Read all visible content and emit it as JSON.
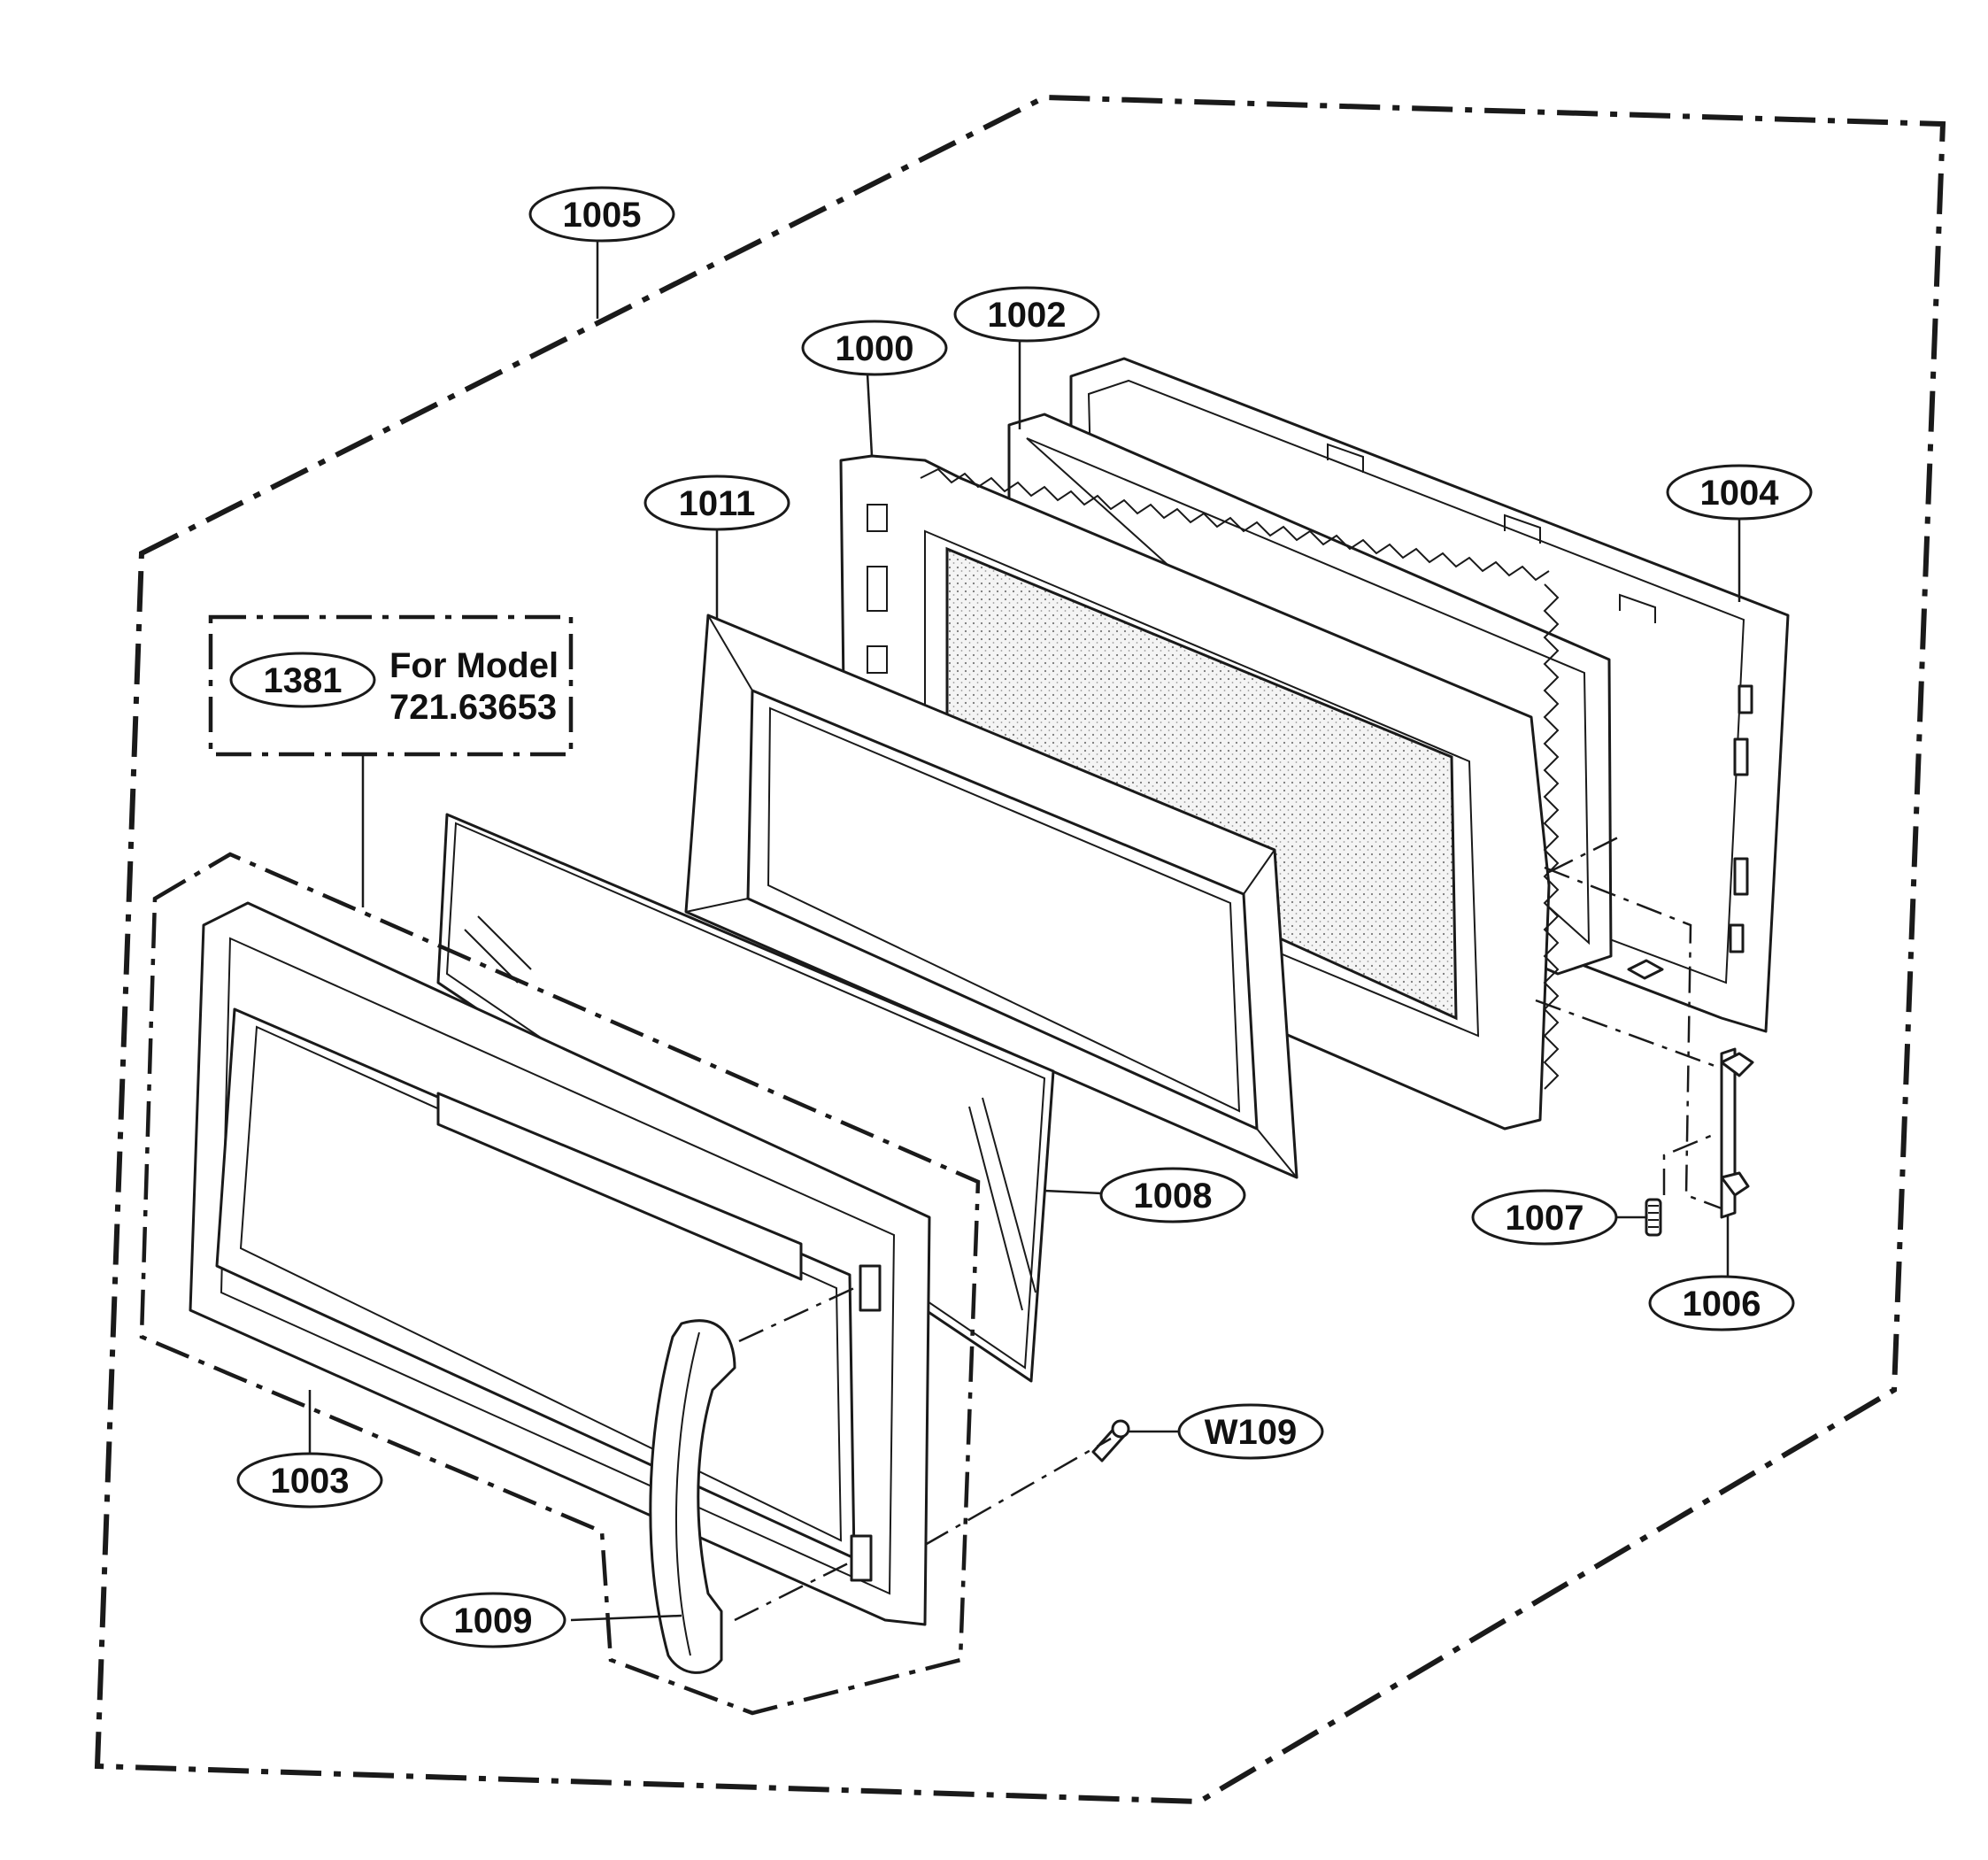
{
  "callouts": [
    {
      "id": "1005",
      "label": "1005"
    },
    {
      "id": "1002",
      "label": "1002"
    },
    {
      "id": "1000",
      "label": "1000"
    },
    {
      "id": "1011",
      "label": "1011"
    },
    {
      "id": "1004",
      "label": "1004"
    },
    {
      "id": "1381",
      "label": "1381"
    },
    {
      "id": "1008",
      "label": "1008"
    },
    {
      "id": "1007",
      "label": "1007"
    },
    {
      "id": "1006",
      "label": "1006"
    },
    {
      "id": "1003",
      "label": "1003"
    },
    {
      "id": "1009",
      "label": "1009"
    },
    {
      "id": "W109",
      "label": "W109"
    }
  ],
  "model_note": {
    "line1": "For Model",
    "line2": "721.63653"
  }
}
